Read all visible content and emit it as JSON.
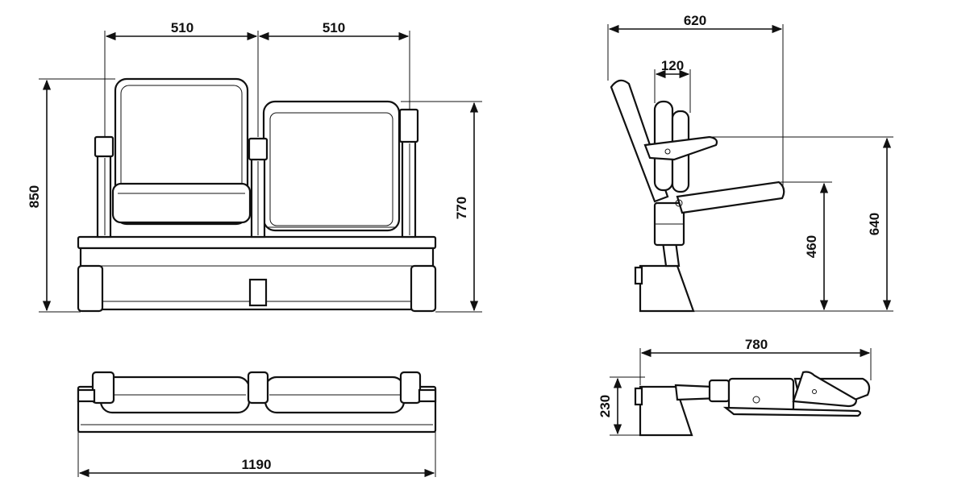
{
  "dimensions": {
    "front_seat_width_left": "510",
    "front_seat_width_right": "510",
    "front_height_total": "850",
    "front_height_back": "770",
    "top_width_total": "1190",
    "side_depth": "620",
    "side_armrest": "120",
    "side_seat_height": "460",
    "side_arm_height": "640",
    "folded_depth": "780",
    "folded_height": "230"
  },
  "colors": {
    "line": "#111111",
    "background": "#ffffff"
  }
}
